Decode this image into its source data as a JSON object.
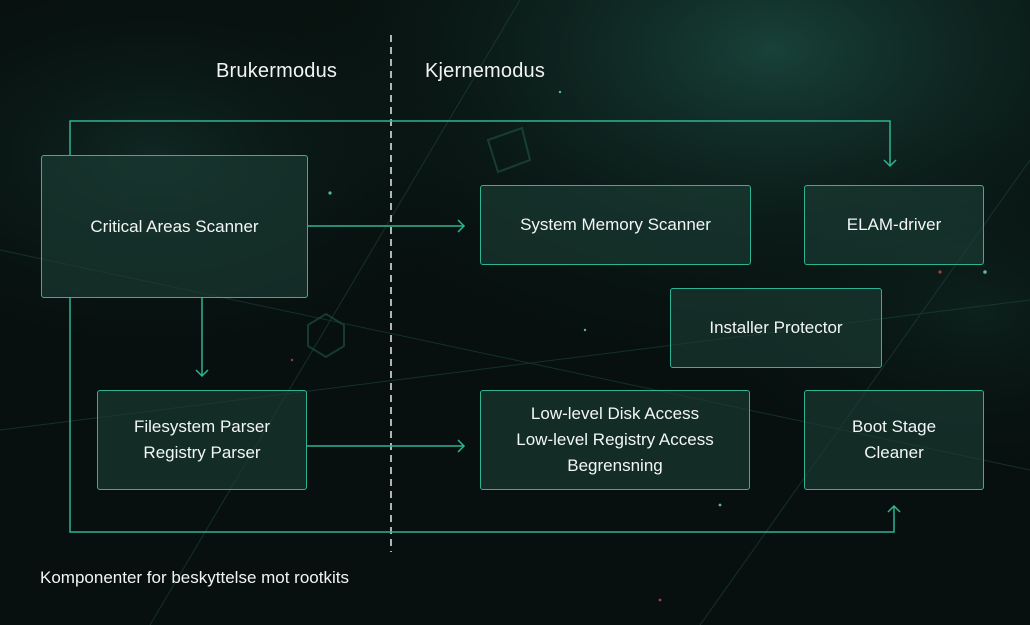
{
  "modes": {
    "user_mode": "Brukermodus",
    "kernel_mode": "Kjernemodus"
  },
  "components": {
    "critical_areas_scanner": "Critical Areas Scanner",
    "filesystem_parser": "Filesystem Parser",
    "registry_parser": "Registry Parser",
    "system_memory_scanner": "System Memory Scanner",
    "elam_driver": "ELAM-driver",
    "installer_protector": "Installer Protector",
    "low_level_disk_access": "Low-level Disk Access",
    "low_level_registry_access": "Low-level Registry Access",
    "restriction": "Begrensning",
    "boot_stage_cleaner_line1": "Boot Stage",
    "boot_stage_cleaner_line2": "Cleaner"
  },
  "caption": "Komponenter for beskyttelse mot rootkits",
  "colors": {
    "background": "#07100e",
    "accent": "#2fb493",
    "box_fill": "#1c3e36",
    "text": "#ffffff"
  }
}
